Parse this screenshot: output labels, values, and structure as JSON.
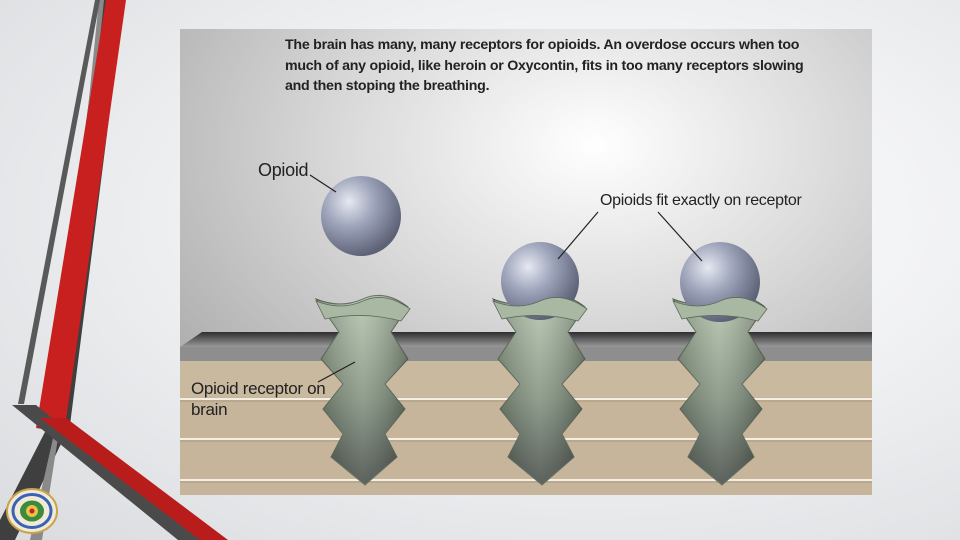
{
  "slide": {
    "caption": "The brain has many, many receptors for opioids.  An overdose occurs when too much of any opioid, like heroin or Oxycontin, fits in too many receptors slowing and then stoping the breathing."
  },
  "diagram": {
    "label_opioid": "Opioid",
    "label_fit": "Opioids fit exactly on receptor",
    "label_receptor": "Opioid receptor on brain"
  },
  "colors": {
    "accent_red": "#c8201e",
    "accent_gray": "#595959",
    "floor_tan": "#c6b59a",
    "opioid_sphere": "#9ea4ba",
    "receptor_green": "#9aab95"
  },
  "icons": {
    "seal": "round-emblem-seal"
  }
}
